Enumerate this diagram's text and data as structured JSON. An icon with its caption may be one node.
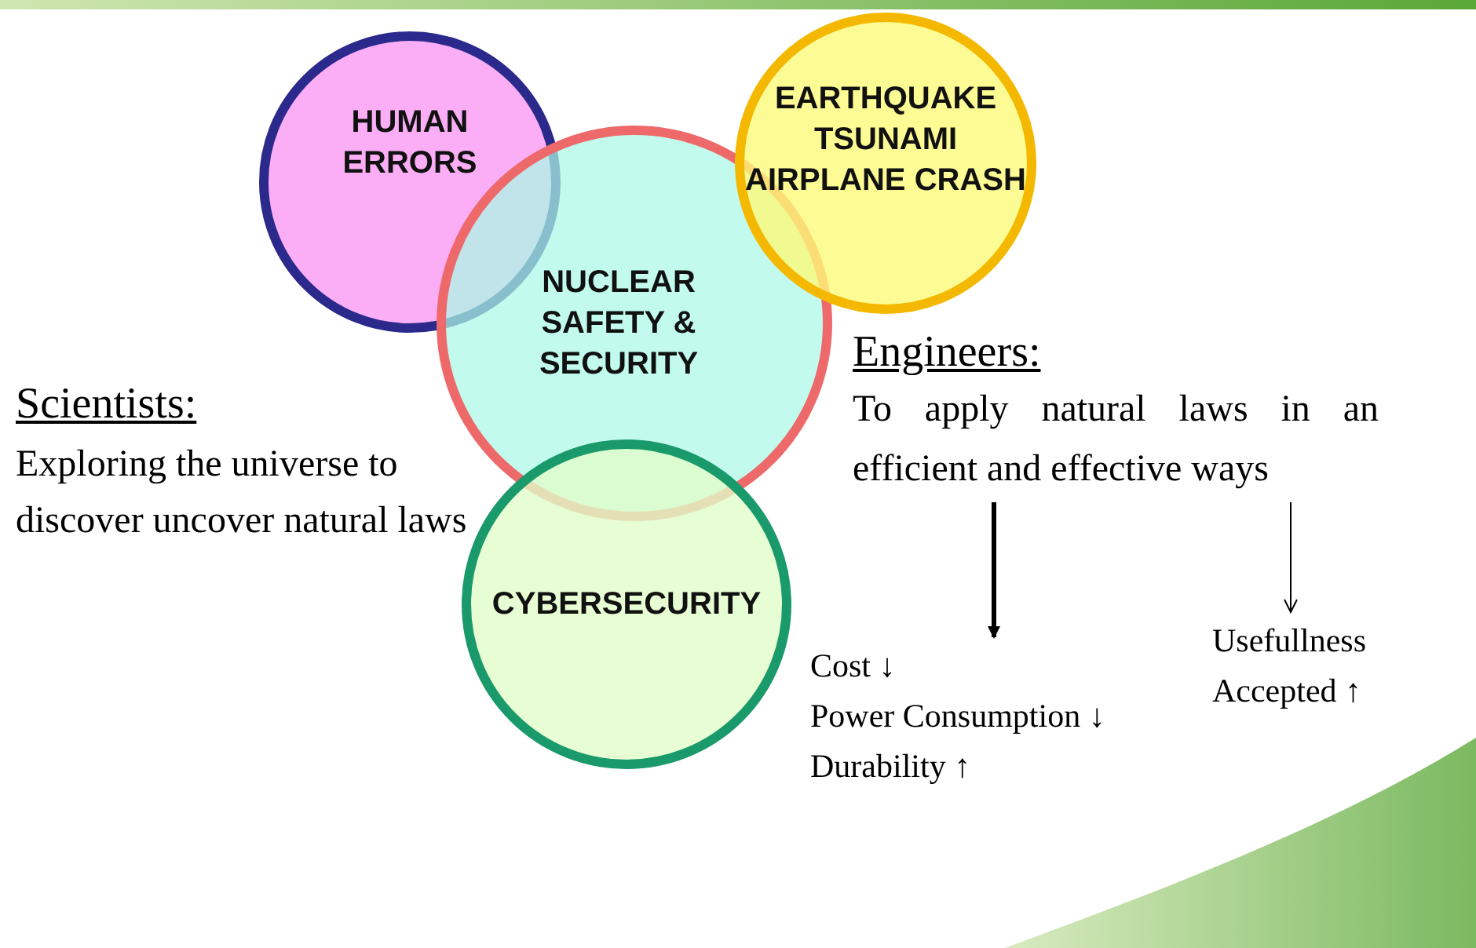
{
  "diagram": {
    "nodes": [
      {
        "text": [
          "HUMAN ERRORS"
        ]
      },
      {
        "text": [
          "EARTHQUAKE TSUNAMI AIRPLANE CRASH"
        ]
      },
      {
        "text": [
          "NUCLEAR SAFETY & SECURITY"
        ]
      },
      {
        "text": [
          "CYBERSECURITY"
        ]
      },
      {
        "text": [
          "Engineers:",
          "To apply natural laws in an efficient and effective ways"
        ]
      },
      {
        "text": [
          "Cost ↓",
          "Power Consumption ↓",
          "Durability ↑"
        ]
      },
      {
        "text": [
          "Usefullness",
          "Accepted ↑"
        ]
      }
    ],
    "edges": [
      {
        "from": 4,
        "to": 5,
        "arrow": "to",
        "style": "thick"
      },
      {
        "from": 4,
        "to": 6,
        "arrow": "to"
      }
    ],
    "labels": [
      "Scientists:",
      "Exploring the universe to discover uncover natural laws"
    ]
  }
}
